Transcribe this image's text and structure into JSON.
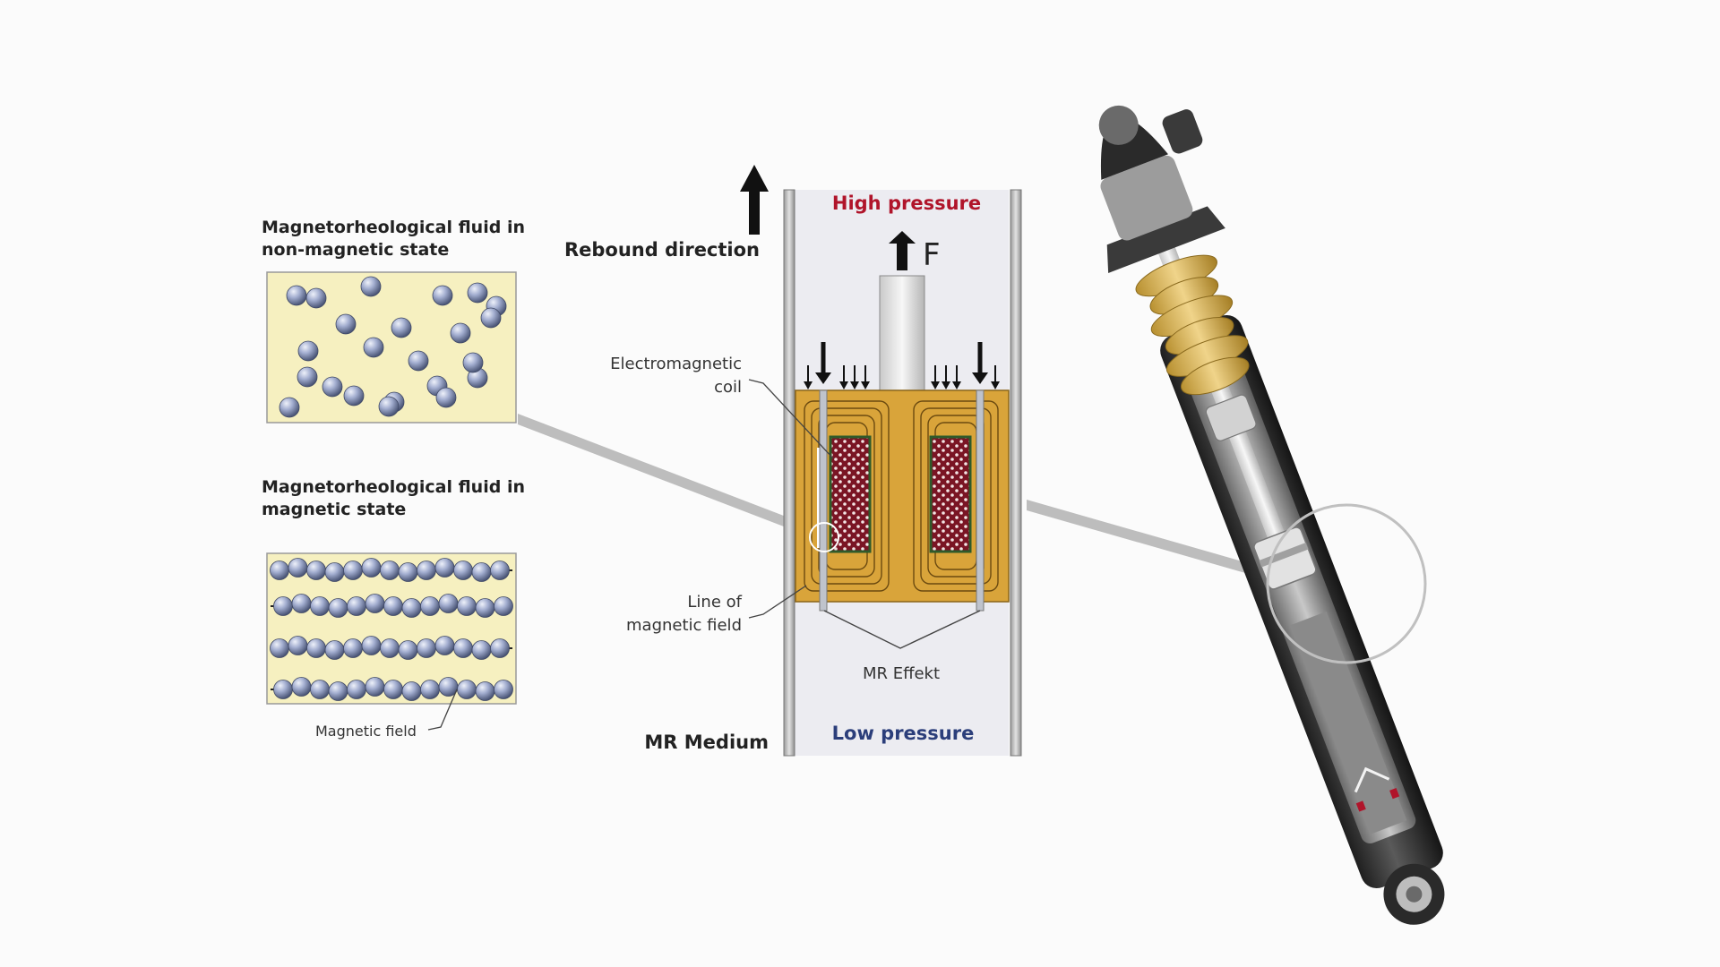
{
  "panel_top": {
    "title_line1": "Magnetorheological fluid in",
    "title_line2": "non-magnetic state"
  },
  "panel_bottom": {
    "title_line1": "Magnetorheological fluid in",
    "title_line2": "magnetic state",
    "field_label": "Magnetic field"
  },
  "center": {
    "rebound_label": "Rebound direction",
    "high_pressure": "High pressure",
    "low_pressure": "Low pressure",
    "force_label": "F",
    "coil_label_line1": "Electromagnetic",
    "coil_label_line2": "coil",
    "field_line_label_line1": "Line of",
    "field_line_label_line2": "magnetic field",
    "mr_effect": "MR Effekt",
    "mr_medium": "MR Medium"
  },
  "colors": {
    "high_pressure": "#b0142a",
    "low_pressure": "#2b3e7a",
    "fluid_background": "#f6f0c0",
    "coil_housing": "#d9a43a",
    "coil_winding": "#7a1524",
    "particle": "#8b97b8"
  }
}
